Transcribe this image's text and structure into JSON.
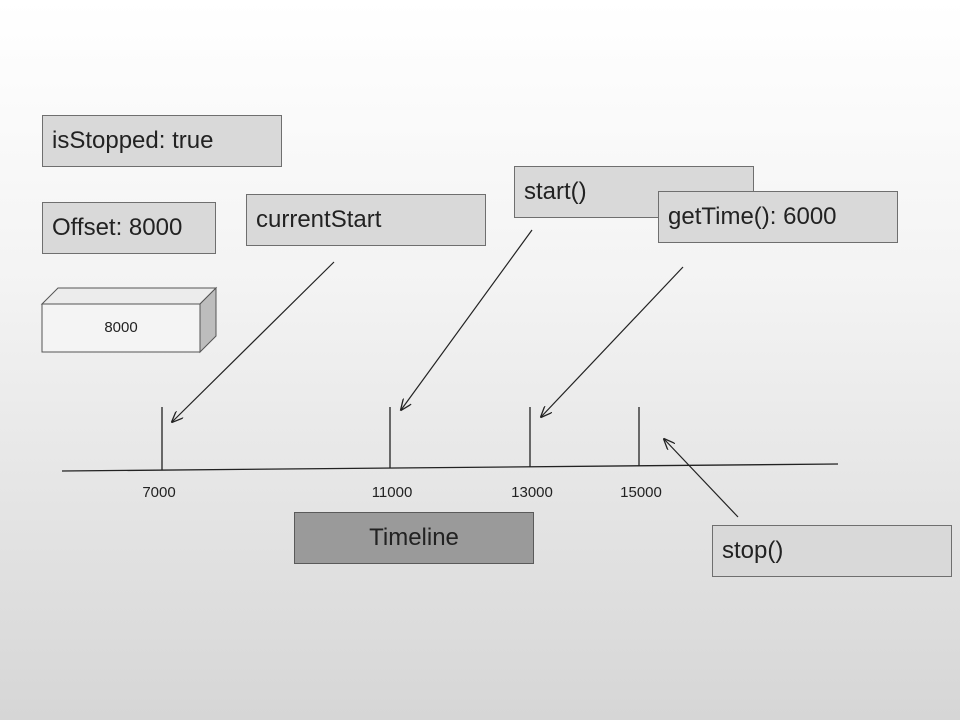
{
  "labels": {
    "is_stopped": "isStopped: true",
    "offset": "Offset: 8000",
    "current_start": "currentStart",
    "start": "start()",
    "get_time": "getTime(): 6000",
    "stop": "stop()",
    "timeline": "Timeline",
    "cube_value": "8000"
  },
  "timeline": {
    "ticks": [
      "7000",
      "11000",
      "13000",
      "15000"
    ]
  }
}
